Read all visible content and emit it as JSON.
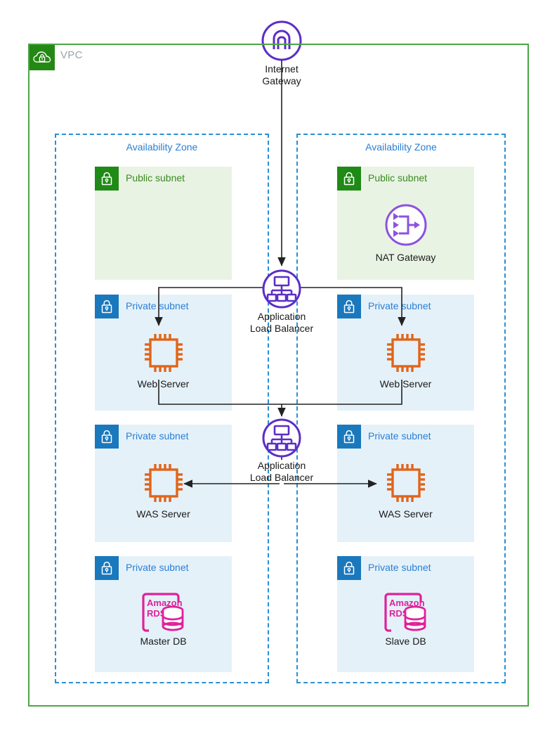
{
  "diagram": {
    "title": "AWS VPC multi-AZ three-tier architecture",
    "colors": {
      "vpc_border": "#4CA644",
      "vpc_tab": "#248814",
      "az_border": "#2a8fd4",
      "public_subnet_bg": "#e9f3e4",
      "private_subnet_bg": "#e5f1f9",
      "public_badge": "#1f8a16",
      "private_badge": "#1a78bd",
      "purple": "#5b2ec6",
      "nat_purple": "#8c52e0",
      "ec2_orange": "#e0651a",
      "rds_magenta": "#e0219b",
      "wire": "#222222"
    }
  },
  "vpc": {
    "label": "VPC",
    "icon": "vpc-cloud-lock-icon"
  },
  "internet_gateway": {
    "label": "Internet\nGateway",
    "icon": "internet-gateway-icon"
  },
  "availability_zones": [
    {
      "label": "Availability Zone",
      "subnets": [
        {
          "type": "public",
          "label": "Public subnet",
          "icon": "lock-icon",
          "node": null
        },
        {
          "type": "private",
          "label": "Private subnet",
          "icon": "lock-icon",
          "node": {
            "label": "Web Server",
            "icon": "ec2-instance-icon"
          }
        },
        {
          "type": "private",
          "label": "Private subnet",
          "icon": "lock-icon",
          "node": {
            "label": "WAS Server",
            "icon": "ec2-instance-icon"
          }
        },
        {
          "type": "private",
          "label": "Private subnet",
          "icon": "lock-icon",
          "node": {
            "label": "Master DB",
            "icon": "amazon-rds-icon"
          }
        }
      ]
    },
    {
      "label": "Availability Zone",
      "subnets": [
        {
          "type": "public",
          "label": "Public subnet",
          "icon": "lock-icon",
          "node": {
            "label": "NAT Gateway",
            "icon": "nat-gateway-icon"
          }
        },
        {
          "type": "private",
          "label": "Private subnet",
          "icon": "lock-icon",
          "node": {
            "label": "Web Server",
            "icon": "ec2-instance-icon"
          }
        },
        {
          "type": "private",
          "label": "Private subnet",
          "icon": "lock-icon",
          "node": {
            "label": "WAS Server",
            "icon": "ec2-instance-icon"
          }
        },
        {
          "type": "private",
          "label": "Private subnet",
          "icon": "lock-icon",
          "node": {
            "label": "Slave DB",
            "icon": "amazon-rds-icon"
          }
        }
      ]
    }
  ],
  "load_balancers": [
    {
      "label": "Application\nLoad Balancer",
      "icon": "application-load-balancer-icon",
      "tier": "web"
    },
    {
      "label": "Application\nLoad Balancer",
      "icon": "application-load-balancer-icon",
      "tier": "was"
    }
  ],
  "rds_icon_text": {
    "line1": "Amazon",
    "line2": "RDS"
  }
}
